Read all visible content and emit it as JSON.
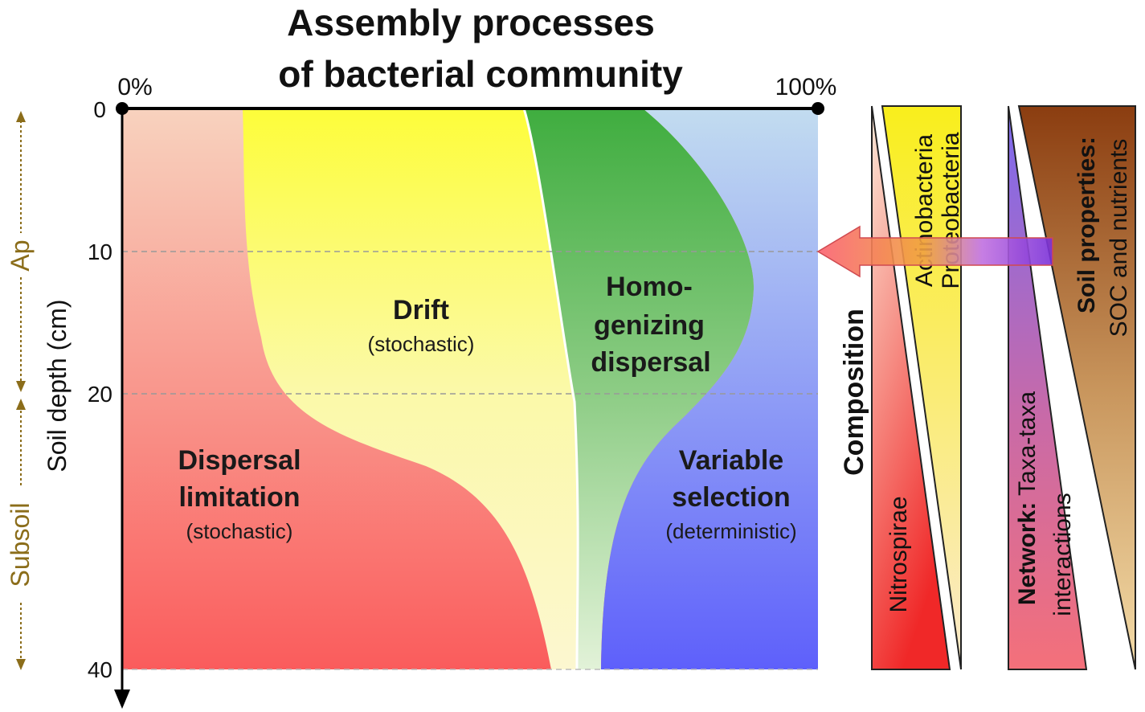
{
  "title": {
    "line1": "Assembly processes",
    "line2": "of bacterial community"
  },
  "x_axis": {
    "start_label": "0%",
    "end_label": "100%"
  },
  "y_axis": {
    "label": "Soil depth (cm)",
    "ticks": [
      "0",
      "10",
      "20",
      "40"
    ]
  },
  "horizons": {
    "upper": "Ap",
    "lower": "Subsoil"
  },
  "regions": {
    "dispersal_limitation": {
      "line1": "Dispersal",
      "line2": "limitation",
      "sub": "(stochastic)"
    },
    "drift": {
      "line1": "Drift",
      "sub": "(stochastic)"
    },
    "homogenizing_dispersal": {
      "line1": "Homo-",
      "line2": "genizing",
      "line3": "dispersal"
    },
    "variable_selection": {
      "line1": "Variable",
      "line2": "selection",
      "sub": "(deterministic)"
    }
  },
  "composition": {
    "label": "Composition",
    "wedge_left": "Nitrospirae",
    "wedge_right_line1": "Actinobacteria",
    "wedge_right_line2": "Proteobacteria"
  },
  "network": {
    "label_bold": "Network:",
    "label_rest": " Taxa-taxa",
    "label_line2": "interactions"
  },
  "soil_properties": {
    "label_bold": "Soil properties:",
    "label_line2": "SOC and nutrients"
  },
  "colors": {
    "dispersal_limitation": "#f7988f",
    "drift": "#fafa6a",
    "homogenizing_dispersal": "#58b957",
    "variable_selection": "#7d8cf5",
    "horizon_text": "#8b6d1a",
    "nitrospirae": "#f04040",
    "actino_proteo": "#f9f14a",
    "network": "#c060c0",
    "soil_properties": "#8b4a16"
  }
}
